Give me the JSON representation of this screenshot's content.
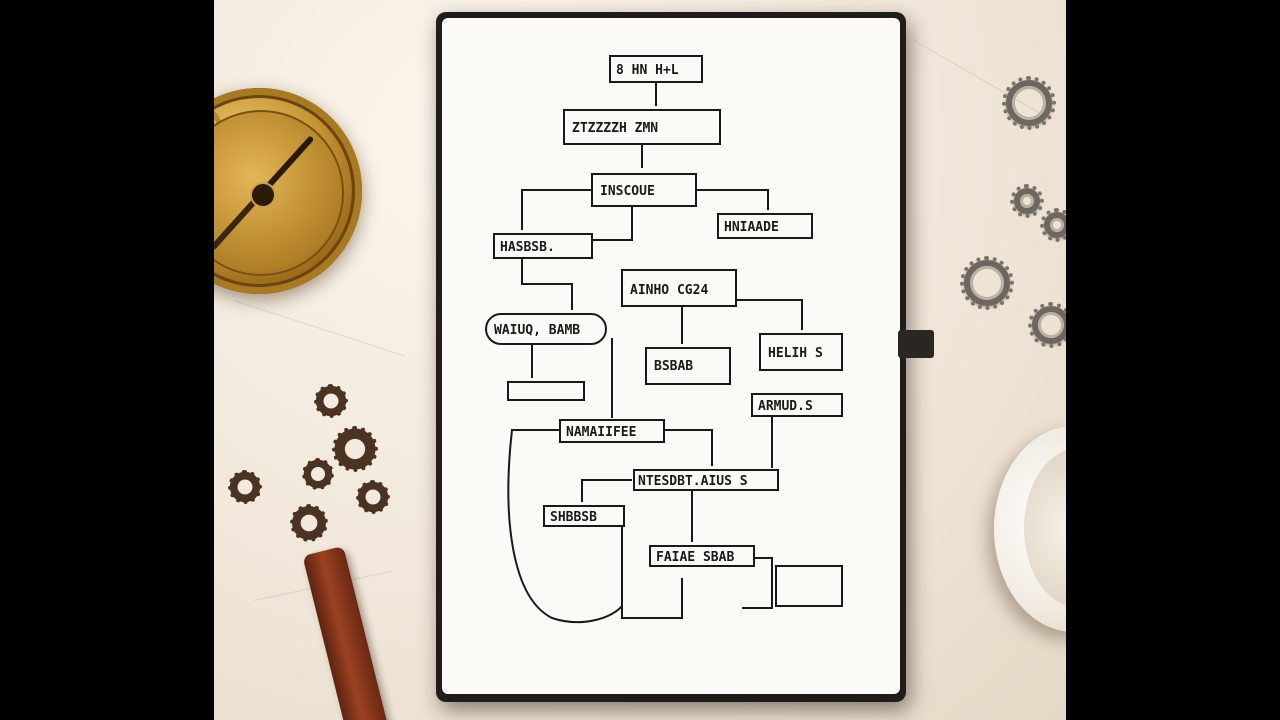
{
  "scene": {
    "description_label": "",
    "diagram_nodes": [
      {
        "id": "n1",
        "label": "8 HN H+L"
      },
      {
        "id": "n2",
        "label": "ZTZZZZH ZMN"
      },
      {
        "id": "n3",
        "label": "INSCOUE"
      },
      {
        "id": "n4",
        "label": "HASBSB."
      },
      {
        "id": "n5",
        "label": "AINHO CG24"
      },
      {
        "id": "n6",
        "label": "HNIAADE"
      },
      {
        "id": "n7",
        "label": "WAIUQ, BAMB"
      },
      {
        "id": "n8",
        "label": "HELIH S"
      },
      {
        "id": "n9",
        "label": "BSBAB"
      },
      {
        "id": "n10",
        "label": "NAMAIIFEE"
      },
      {
        "id": "n11",
        "label": "ARMUD.S"
      },
      {
        "id": "n12",
        "label": "NTESDBT.AIUS S"
      },
      {
        "id": "n13",
        "label": "SHBBSB"
      },
      {
        "id": "n14",
        "label": "FAIAE SBAB"
      }
    ]
  },
  "colors": {
    "frame": "#000000",
    "marble": "#f1e7da",
    "page": "#fbfaf6",
    "ink": "#1a1a1a",
    "brass": "#c89735"
  }
}
